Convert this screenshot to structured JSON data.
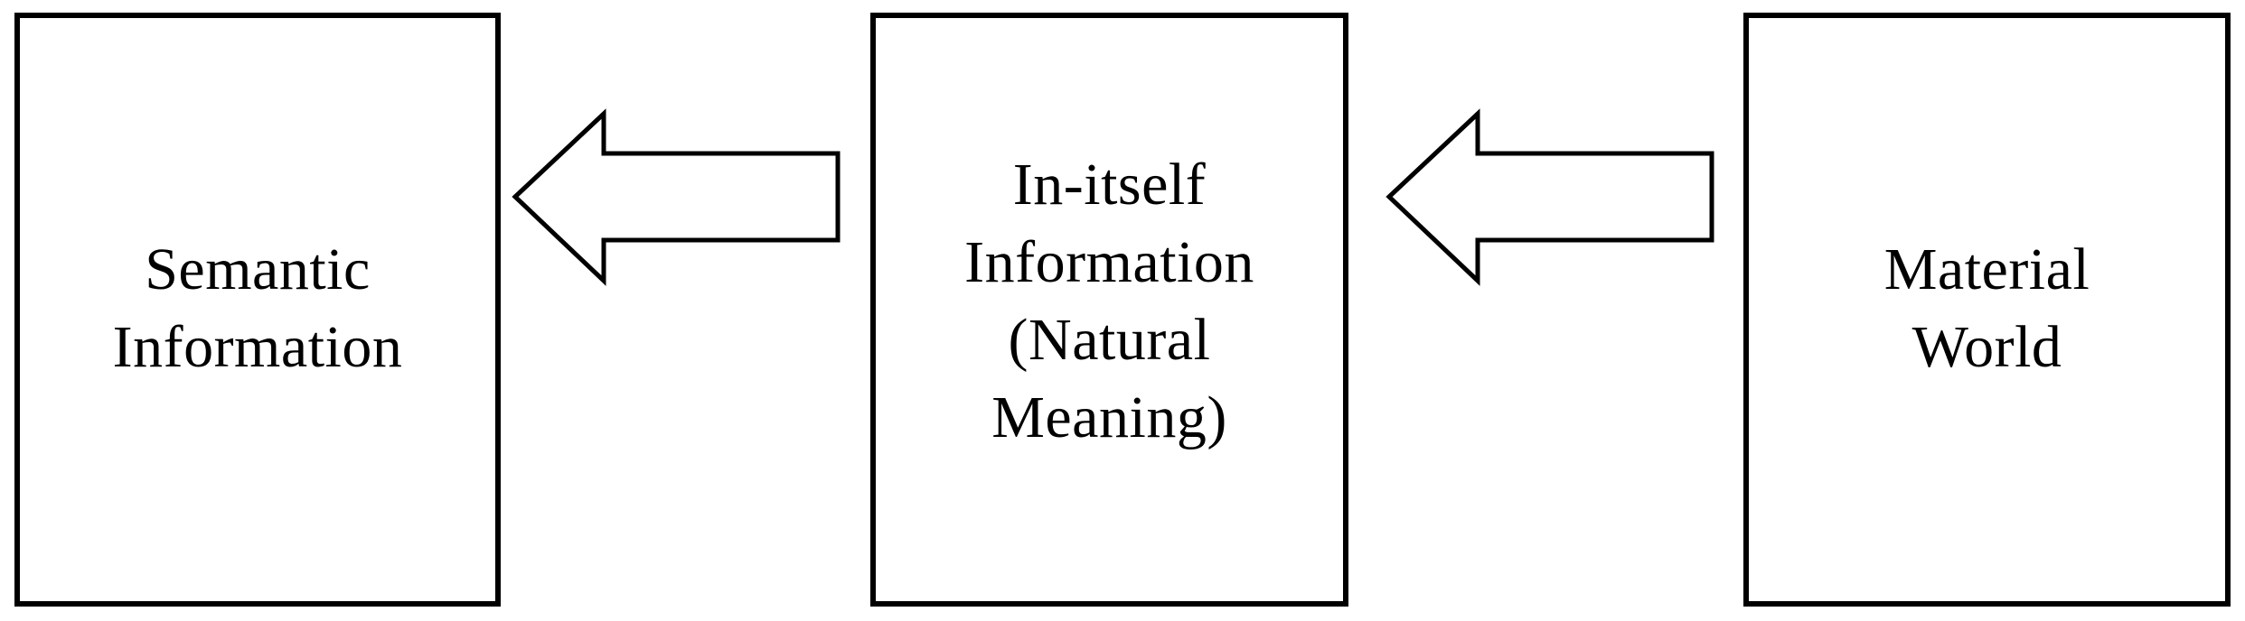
{
  "diagram": {
    "boxes": [
      {
        "id": "semantic",
        "lines": [
          "Semantic",
          "Information"
        ]
      },
      {
        "id": "initself",
        "lines": [
          "In-itself",
          "Information",
          "(Natural",
          "Meaning)"
        ]
      },
      {
        "id": "material",
        "lines": [
          "Material",
          "World"
        ]
      }
    ],
    "arrows": [
      {
        "from": "material",
        "to": "initself",
        "direction": "left"
      },
      {
        "from": "initself",
        "to": "semantic",
        "direction": "left"
      }
    ],
    "colors": {
      "stroke": "#000000",
      "fill": "#ffffff",
      "text": "#000000"
    }
  }
}
